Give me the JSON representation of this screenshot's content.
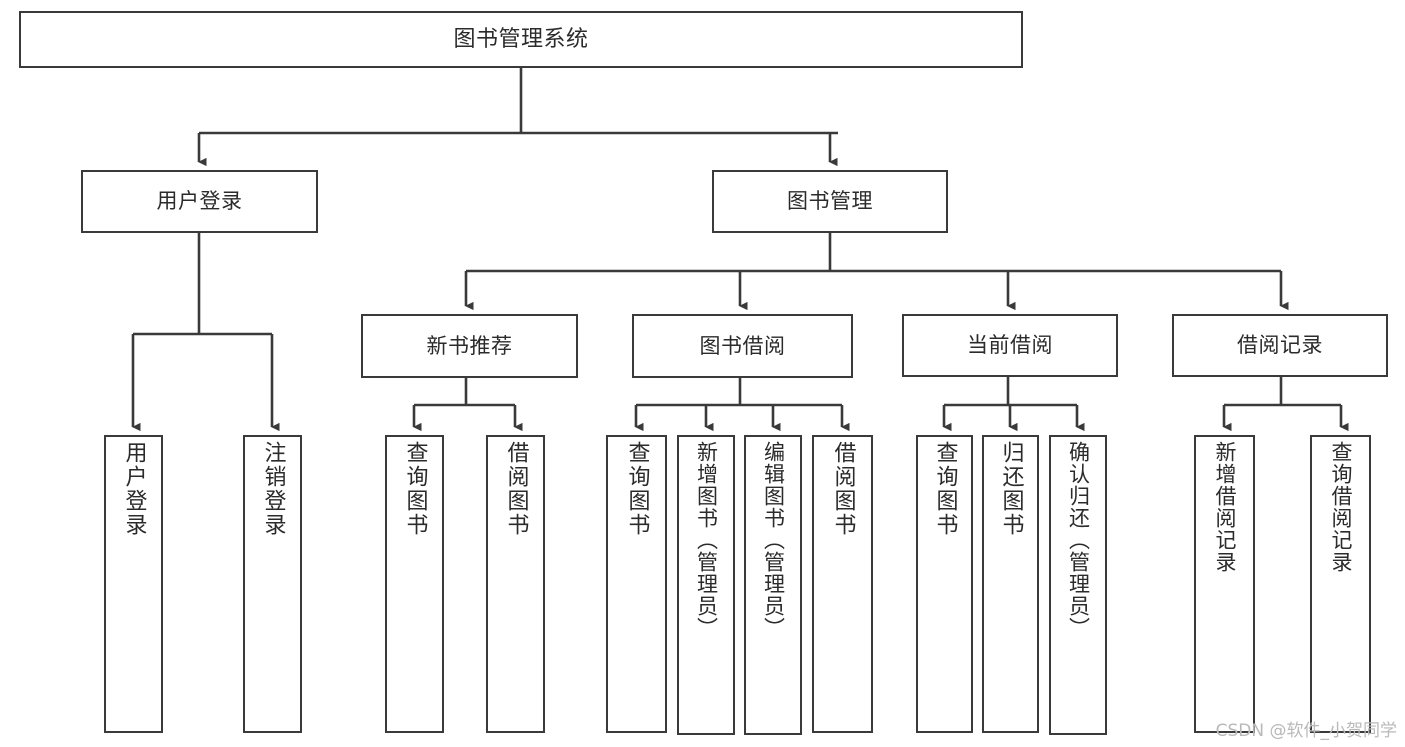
{
  "diagram": {
    "title": "图书管理系统",
    "type": "tree-hierarchy",
    "watermark": "CSDN @软件_小贺同学",
    "colors": {
      "background": "#ffffff",
      "box_border": "#3a3a3a",
      "box_fill": "#ffffff",
      "edge": "#3a3a3a",
      "text": "#2b2b2b",
      "watermark": "#b9b9b9"
    },
    "root": {
      "label": "图书管理系统"
    },
    "level1": [
      {
        "label": "用户登录"
      },
      {
        "label": "图书管理"
      }
    ],
    "level2": [
      {
        "label": "新书推荐"
      },
      {
        "label": "图书借阅"
      },
      {
        "label": "当前借阅"
      },
      {
        "label": "借阅记录"
      }
    ],
    "leaves": {
      "user_login": [
        {
          "label": "用户登录"
        },
        {
          "label": "注销登录"
        }
      ],
      "new_book_recommend": [
        {
          "label": "查询图书"
        },
        {
          "label": "借阅图书"
        }
      ],
      "book_borrow": [
        {
          "label": "查询图书"
        },
        {
          "label": "新增图书（管理员）"
        },
        {
          "label": "编辑图书（管理员）"
        },
        {
          "label": "借阅图书"
        }
      ],
      "current_borrow": [
        {
          "label": "查询图书"
        },
        {
          "label": "归还图书"
        },
        {
          "label": "确认归还（管理员）"
        }
      ],
      "borrow_record": [
        {
          "label": "新增借阅记录"
        },
        {
          "label": "查询借阅记录"
        }
      ]
    }
  }
}
